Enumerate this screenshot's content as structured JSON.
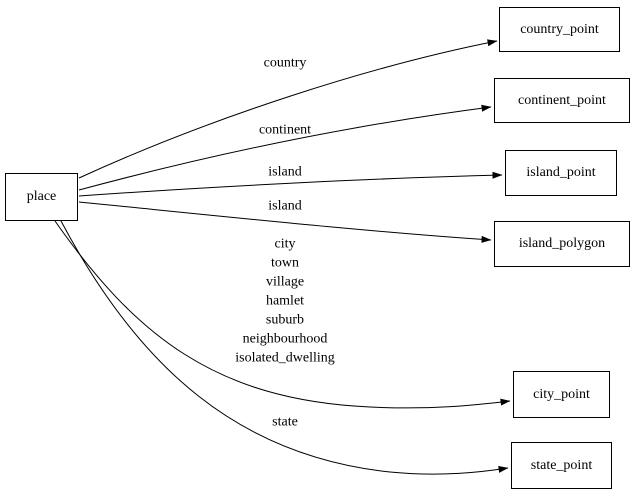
{
  "diagram": {
    "type": "directed-graph",
    "colors": {
      "background": "#ffffff",
      "node_fill": "#ffffff",
      "node_border": "#000000",
      "edge": "#000000",
      "text": "#000000"
    },
    "nodes": [
      {
        "id": "place",
        "label": "place"
      },
      {
        "id": "country_point",
        "label": "country_point"
      },
      {
        "id": "continent_point",
        "label": "continent_point"
      },
      {
        "id": "island_point",
        "label": "island_point"
      },
      {
        "id": "island_polygon",
        "label": "island_polygon"
      },
      {
        "id": "city_point",
        "label": "city_point"
      },
      {
        "id": "state_point",
        "label": "state_point"
      }
    ],
    "edges": [
      {
        "from": "place",
        "to": "country_point",
        "label": "country"
      },
      {
        "from": "place",
        "to": "continent_point",
        "label": "continent"
      },
      {
        "from": "place",
        "to": "island_point",
        "label": "island"
      },
      {
        "from": "place",
        "to": "island_polygon",
        "label": "island"
      },
      {
        "from": "place",
        "to": "city_point",
        "label": "city\ntown\nvillage\nhamlet\nsuburb\nneighbourhood\nisolated_dwelling"
      },
      {
        "from": "place",
        "to": "state_point",
        "label": "state"
      }
    ]
  }
}
